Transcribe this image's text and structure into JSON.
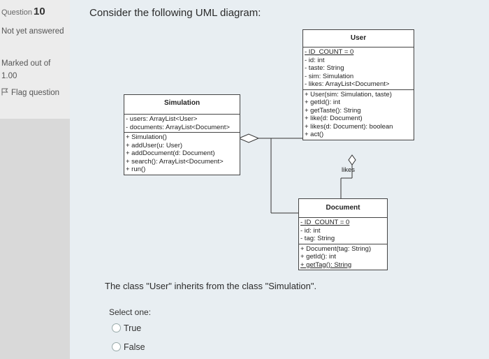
{
  "question": {
    "label": "Question",
    "number": "10",
    "status": "Not yet answered",
    "marked_out_of_label": "Marked out of",
    "marked_out_of_value": "1.00",
    "flag_label": "Flag question"
  },
  "prompt": "Consider the following UML diagram:",
  "uml": {
    "simulation": {
      "name": "Simulation",
      "attributes": [
        "- users: ArrayList<User>",
        "- documents: ArrayList<Document>"
      ],
      "methods": [
        "+ Simulation()",
        "+ addUser(u: User)",
        "+ addDocument(d: Document)",
        "+ search(): ArrayList<Document>",
        "+ run()"
      ]
    },
    "user": {
      "name": "User",
      "static_attribute": "- ID_COUNT = 0",
      "attributes": [
        "- id: int",
        "- taste: String",
        "- sim: Simulation",
        "- likes: ArrayList<Document>"
      ],
      "methods": [
        "+ User(sim: Simulation, taste)",
        "+ getId(): int",
        "+ getTaste(): String",
        "+ like(d: Document)",
        "+ likes(d: Document): boolean",
        "+ act()"
      ]
    },
    "document": {
      "name": "Document",
      "static_attribute": "- ID_COUNT = 0",
      "attributes": [
        "- id: int",
        "- tag: String"
      ],
      "methods": [
        "+ Document(tag: String)",
        "+ getId(): int",
        "+ getTag(): String"
      ]
    },
    "relation_label": "likes"
  },
  "statement": "The class \"User\" inherits from the class \"Simulation\".",
  "select_one": "Select one:",
  "options": [
    "True",
    "False"
  ]
}
